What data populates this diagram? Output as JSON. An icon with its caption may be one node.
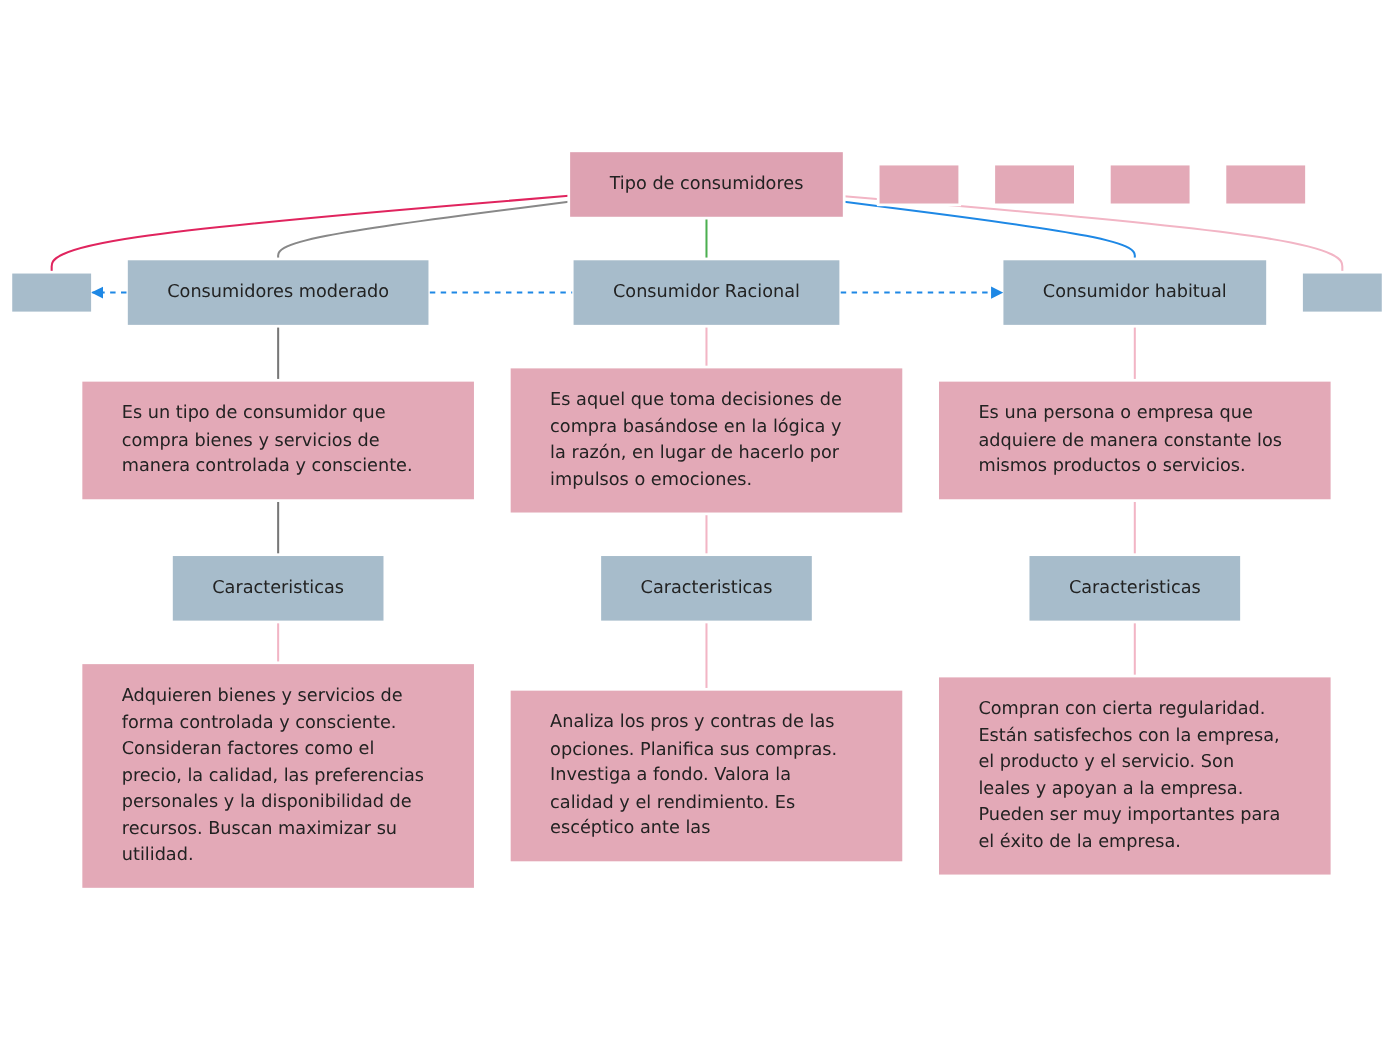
{
  "diagram": {
    "nodes": [
      {
        "text": [
          "Tipo de consumidores"
        ]
      },
      {
        "text": [],
        "shape": "box"
      },
      {
        "text": [
          "Consumidores moderado"
        ]
      },
      {
        "text": [
          "Consumidor Racional"
        ]
      },
      {
        "text": [
          "Consumidor habitual"
        ]
      },
      {
        "text": [],
        "shape": "box"
      },
      {
        "text": [],
        "shape": "box"
      },
      {
        "text": [
          "Es un tipo de consumidor que compra bienes y servicios de manera controlada y consciente."
        ]
      },
      {
        "text": [
          "Es aquel que toma decisiones de compra basándose en la lógica y la razón, en lugar de hacerlo por impulsos o emociones."
        ]
      },
      {
        "text": [
          "Es una persona o empresa que adquiere de manera constante los mismos productos o servicios."
        ]
      },
      {
        "text": [],
        "shape": "box"
      },
      {
        "text": [
          "Caracteristicas"
        ]
      },
      {
        "text": [
          "Caracteristicas"
        ]
      },
      {
        "text": [
          "Caracteristicas"
        ]
      },
      {
        "text": [],
        "shape": "box"
      },
      {
        "text": [
          "Adquieren bienes y servicios de forma controlada y consciente. Consideran factores como el precio, la calidad, las preferencias personales y la disponibilidad de recursos. Buscan maximizar su utilidad."
        ]
      },
      {
        "text": [
          "Analiza los pros y contras de las opciones. Planifica sus compras. Investiga a fondo. Valora la calidad y el rendimiento. Es escéptico ante las"
        ]
      },
      {
        "text": [
          "Compran con cierta regularidad. Están satisfechos con la empresa, el producto y el servicio. Son leales y apoyan a la empresa. Pueden ser muy importantes para el éxito de la empresa."
        ]
      },
      {
        "text": [],
        "shape": "box"
      }
    ],
    "edges": [
      {
        "from": 0,
        "to": 1,
        "arrow": "none",
        "color": "#e0245e"
      },
      {
        "from": 0,
        "to": 2,
        "arrow": "none",
        "color": "#888888"
      },
      {
        "from": 0,
        "to": 3,
        "arrow": "none",
        "color": "#4caf50"
      },
      {
        "from": 0,
        "to": 4,
        "arrow": "none",
        "color": "#1e88e5"
      },
      {
        "from": 0,
        "to": 5,
        "arrow": "none"
      },
      {
        "from": 2,
        "to": 1,
        "arrow": "to",
        "style": "dashed",
        "color": "#1e88e5"
      },
      {
        "from": 2,
        "to": 3,
        "arrow": "none",
        "style": "dashed",
        "color": "#1e88e5"
      },
      {
        "from": 3,
        "to": 4,
        "arrow": "to",
        "style": "dashed",
        "color": "#1e88e5"
      },
      {
        "from": 2,
        "to": 7,
        "arrow": "none",
        "color": "#777777"
      },
      {
        "from": 7,
        "to": 11,
        "arrow": "none",
        "color": "#777777"
      },
      {
        "from": 11,
        "to": 15,
        "arrow": "none"
      },
      {
        "from": 3,
        "to": 8,
        "arrow": "none"
      },
      {
        "from": 8,
        "to": 12,
        "arrow": "none"
      },
      {
        "from": 12,
        "to": 16,
        "arrow": "none"
      },
      {
        "from": 4,
        "to": 9,
        "arrow": "none"
      },
      {
        "from": 9,
        "to": 13,
        "arrow": "none"
      },
      {
        "from": 13,
        "to": 17,
        "arrow": "none"
      }
    ]
  }
}
